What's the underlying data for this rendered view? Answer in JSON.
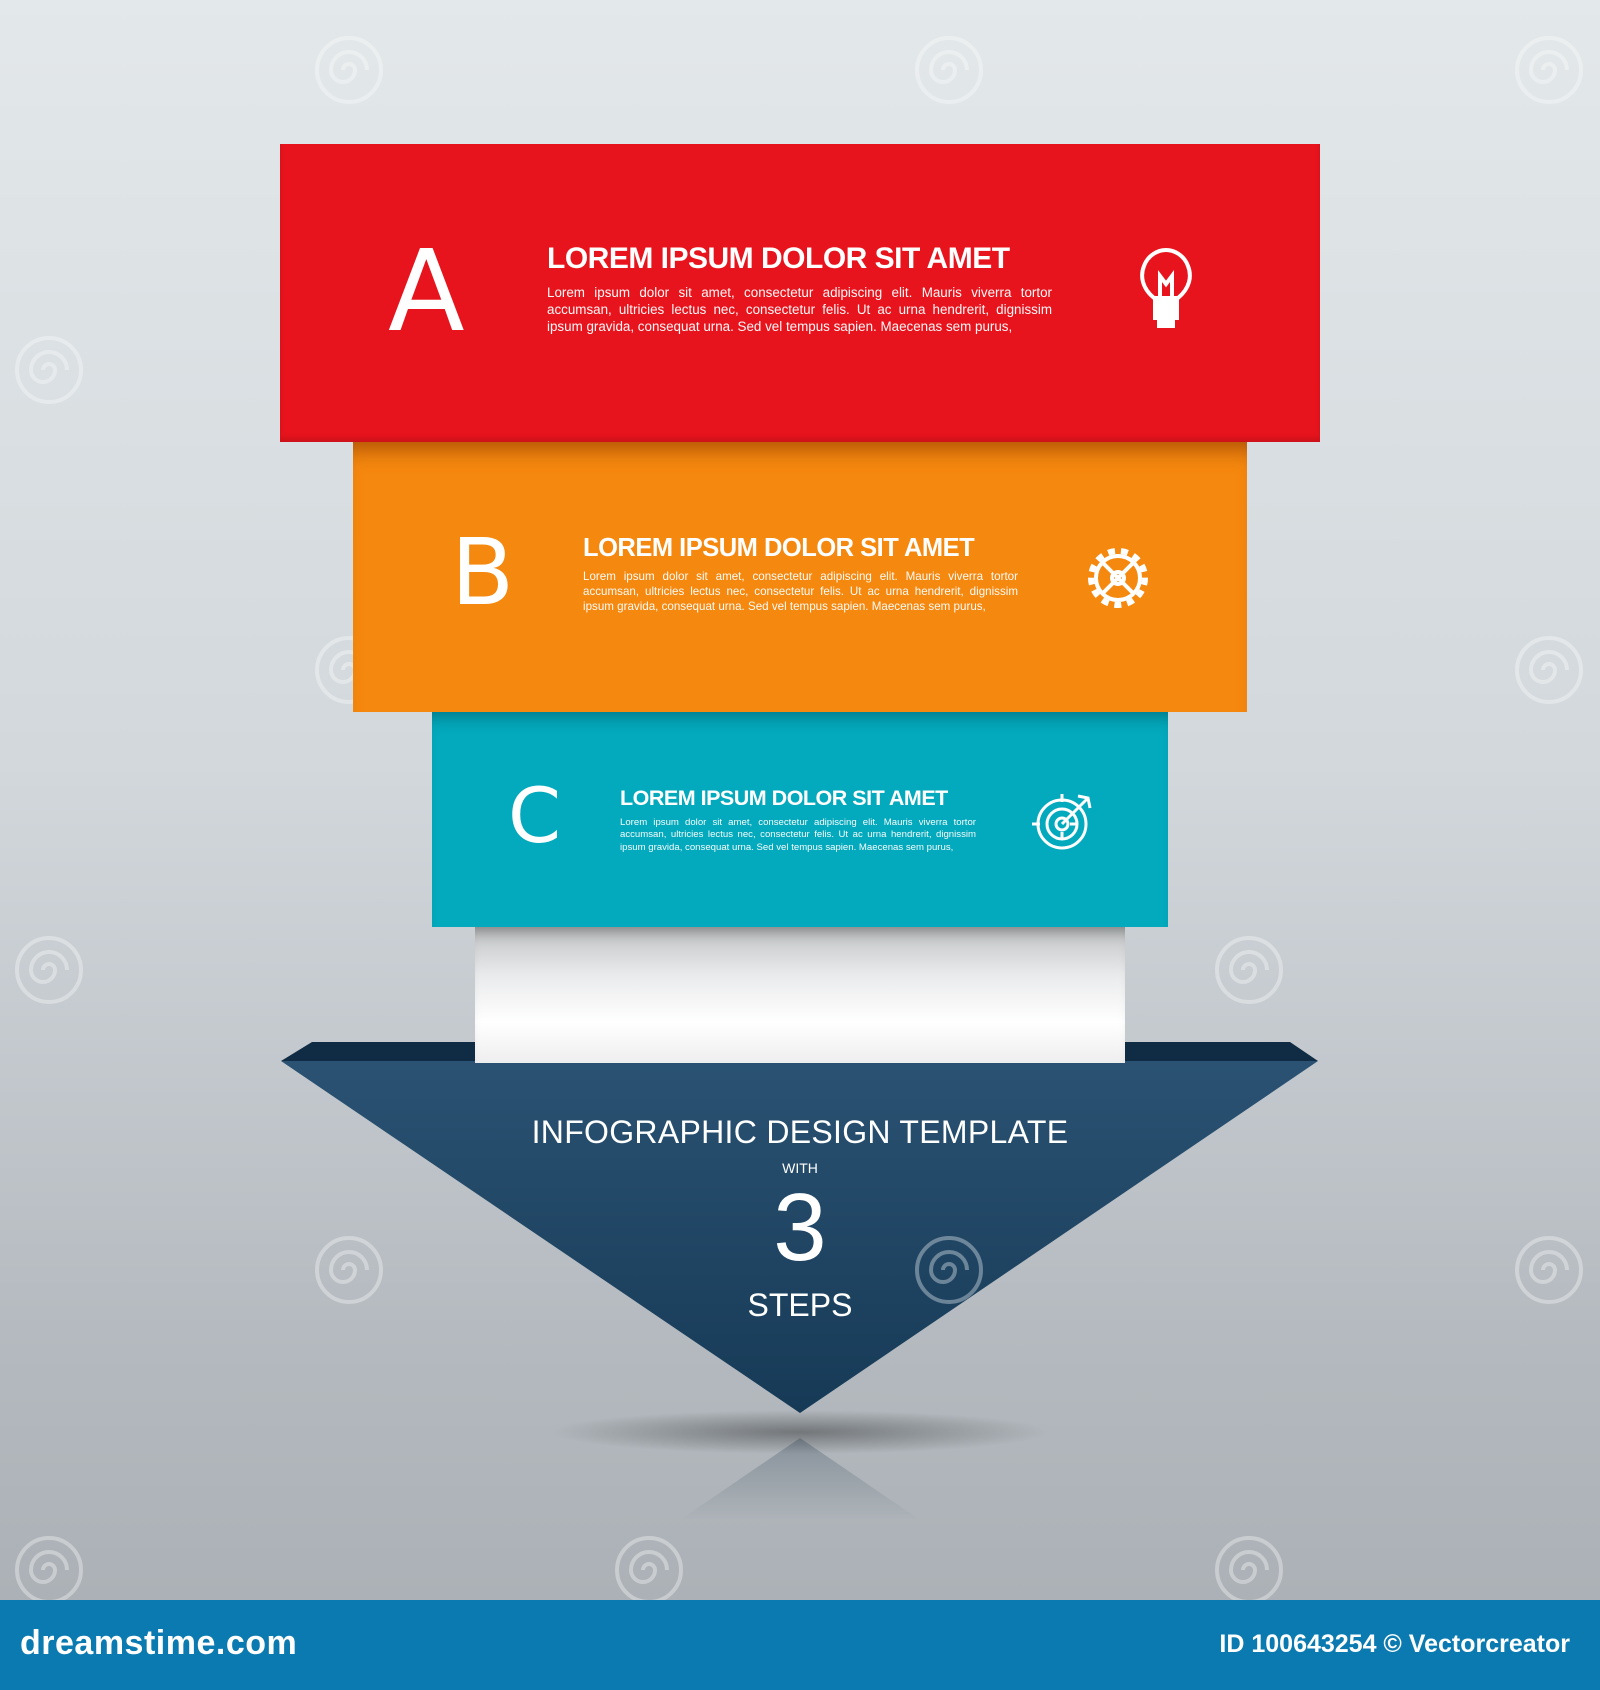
{
  "steps": [
    {
      "letter": "A",
      "title": "LOREM IPSUM DOLOR SIT AMET",
      "body": "Lorem ipsum dolor sit amet, consectetur adipiscing elit. Mauris viverra tortor accumsan, ultricies lectus nec, consectetur felis. Ut ac urna hendrerit, dignissim ipsum gravida, consequat urna. Sed vel tempus sapien. Maecenas sem purus,",
      "icon": "lightbulb-icon",
      "color": "#e8141d"
    },
    {
      "letter": "B",
      "title": "LOREM IPSUM DOLOR SIT AMET",
      "body": "Lorem ipsum dolor sit amet, consectetur adipiscing elit. Mauris viverra tortor accumsan, ultricies lectus nec, consectetur felis. Ut ac urna hendrerit, dignissim ipsum gravida, consequat urna. Sed vel tempus sapien. Maecenas sem purus,",
      "icon": "gear-icon",
      "color": "#f5880e"
    },
    {
      "letter": "C",
      "title": "LOREM IPSUM DOLOR SIT AMET",
      "body": "Lorem ipsum dolor sit amet, consectetur adipiscing elit. Mauris viverra tortor accumsan, ultricies lectus nec, consectetur felis. Ut ac urna hendrerit, dignissim ipsum gravida, consequat urna. Sed vel tempus sapien. Maecenas sem purus,",
      "icon": "target-icon",
      "color": "#03a9bc"
    }
  ],
  "arrow": {
    "title": "INFOGRAPHIC DESIGN TEMPLATE",
    "with": "WITH",
    "number": "3",
    "steps": "STEPS",
    "color": "#1f4766"
  },
  "footer": {
    "brand": "dreamstime.com",
    "credit": "ID 100643254 © Vectorcreator",
    "color": "#0a7ab0"
  },
  "watermark": {
    "icon": "spiral-watermark-icon"
  }
}
